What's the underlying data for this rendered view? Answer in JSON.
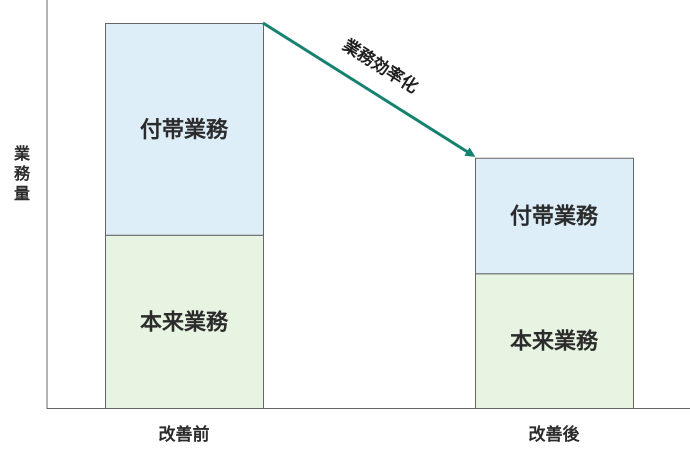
{
  "chart_data": {
    "type": "bar",
    "stacked": true,
    "categories": [
      "改善前",
      "改善後"
    ],
    "series": [
      {
        "name": "本来業務",
        "values": [
          45,
          35
        ],
        "color": "#e8f4e2"
      },
      {
        "name": "付帯業務",
        "values": [
          55,
          30
        ],
        "color": "#ddeef8"
      }
    ],
    "ylabel": "業務量",
    "ylim": [
      0,
      100
    ],
    "grid": false,
    "annotation": {
      "text": "業務効率化",
      "color": "#15826f"
    },
    "colors": {
      "bar_border": "#666666",
      "axis": "#666666",
      "text": "#2b2b2b"
    }
  }
}
